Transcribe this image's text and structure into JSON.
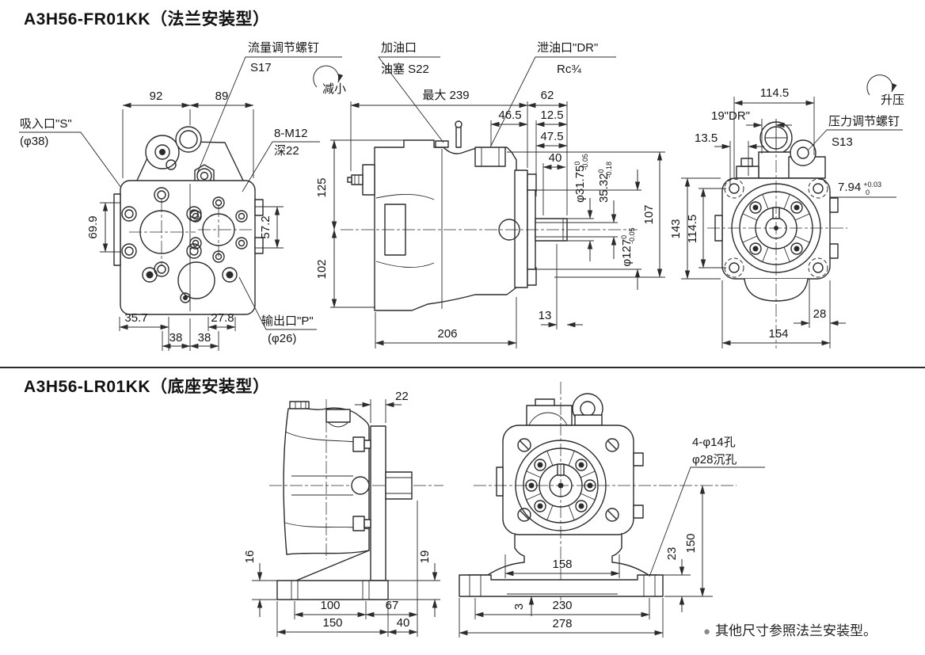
{
  "fr": {
    "title": "A3H56-FR01KK（法兰安装型）",
    "front": {
      "d92": "92",
      "d89": "89",
      "d69_9": "69.9",
      "d57_2": "57.2",
      "d35_7": "35.7",
      "d38a": "38",
      "d38b": "38",
      "d27_8": "27.8",
      "suction1": "吸入口\"S\"",
      "suction2": "(φ38)",
      "bolt1": "8-M12",
      "bolt2": "深22",
      "outlet1": "输出口\"P\"",
      "outlet2": "(φ26)",
      "flow1": "流量调节螺钉",
      "flow2": "S17",
      "decrease": "减小"
    },
    "side": {
      "max": "最大 239",
      "d62": "62",
      "d46_5": "46.5",
      "d12_5": "12.5",
      "d47_5": "47.5",
      "d40": "40",
      "d125": "125",
      "d102": "102",
      "d107": "107",
      "d206": "206",
      "d13": "13",
      "filler1": "加油口",
      "filler2": "油塞 S22",
      "drain1": "泄油口\"DR\"",
      "drain2": "Rc¾",
      "shaft": "φ31.75",
      "shaft_t1": "0",
      "shaft_t2": "-0.05",
      "key": "35.32",
      "key_t1": "0",
      "key_t2": "-0.18",
      "pilot": "φ127",
      "pilot_t1": "0",
      "pilot_t2": "-0.05"
    },
    "rear": {
      "d114_5": "114.5",
      "d19dr": "19\"DR\"",
      "d13_5": "13.5",
      "d143": "143",
      "d114_5b": "114.5",
      "d28": "28",
      "d154": "154",
      "d7_94": "7.94",
      "d7_94_t1": "+0.03",
      "d7_94_t2": "0",
      "press1": "压力调节螺钉",
      "press2": "S13",
      "increase": "升压"
    }
  },
  "lr": {
    "title": "A3H56-LR01KK（底座安装型）",
    "side": {
      "d22": "22",
      "d16": "16",
      "d19": "19",
      "d100": "100",
      "d67": "67",
      "d150": "150",
      "d40": "40"
    },
    "front": {
      "d158": "158",
      "d3": "3",
      "d230": "230",
      "d278": "278",
      "d23": "23",
      "d150": "150",
      "holes1": "4-φ14孔",
      "holes2": "φ28沉孔"
    }
  },
  "note": {
    "bullet": "●",
    "text": "其他尺寸参照法兰安装型。"
  }
}
